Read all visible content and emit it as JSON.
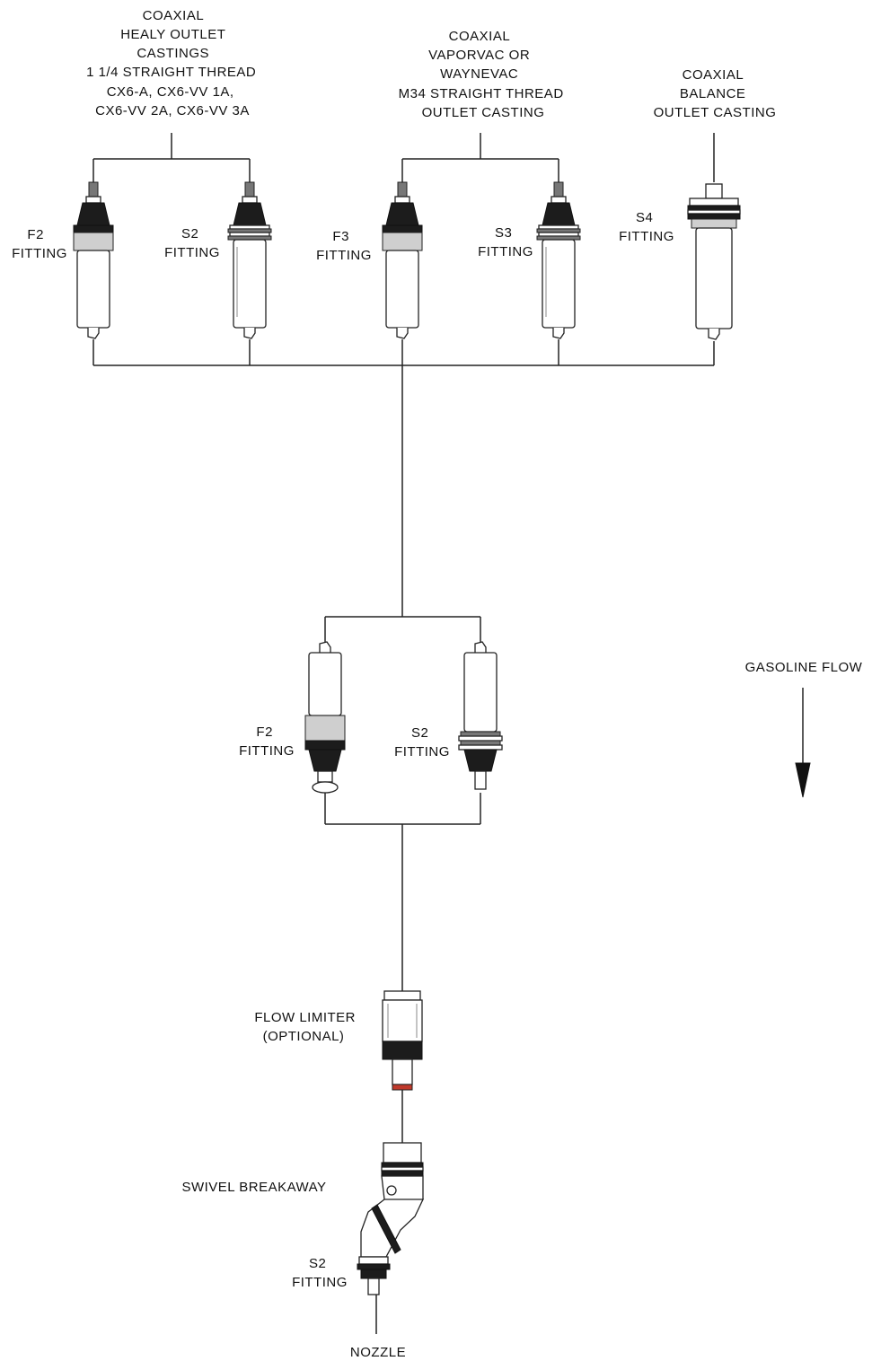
{
  "labels": {
    "healy": [
      "COAXIAL",
      "HEALY OUTLET",
      "CASTINGS",
      "1 1/4 STRAIGHT THREAD",
      "CX6-A, CX6-VV 1A,",
      "CX6-VV 2A, CX6-VV 3A"
    ],
    "vaporvac": [
      "COAXIAL",
      "VAPORVAC OR",
      "WAYNEVAC",
      "M34 STRAIGHT THREAD",
      "OUTLET CASTING"
    ],
    "balance": [
      "COAXIAL",
      "BALANCE",
      "OUTLET CASTING"
    ],
    "top_f2": [
      "F2",
      "FITTING"
    ],
    "top_s2": [
      "S2",
      "FITTING"
    ],
    "top_f3": [
      "F3",
      "FITTING"
    ],
    "top_s3": [
      "S3",
      "FITTING"
    ],
    "top_s4": [
      "S4",
      "FITTING"
    ],
    "mid_f2": [
      "F2",
      "FITTING"
    ],
    "mid_s2": [
      "S2",
      "FITTING"
    ],
    "gasoline_flow": "GASOLINE FLOW",
    "flow_limiter": [
      "FLOW LIMITER",
      "(OPTIONAL)"
    ],
    "swivel": "SWIVEL BREAKAWAY",
    "bottom_s2": [
      "S2",
      "FITTING"
    ],
    "nozzle": "NOZZLE"
  },
  "colors": {
    "line": "#222222",
    "dark_part": "#1c1c1c",
    "accent_red": "#c0392b"
  }
}
